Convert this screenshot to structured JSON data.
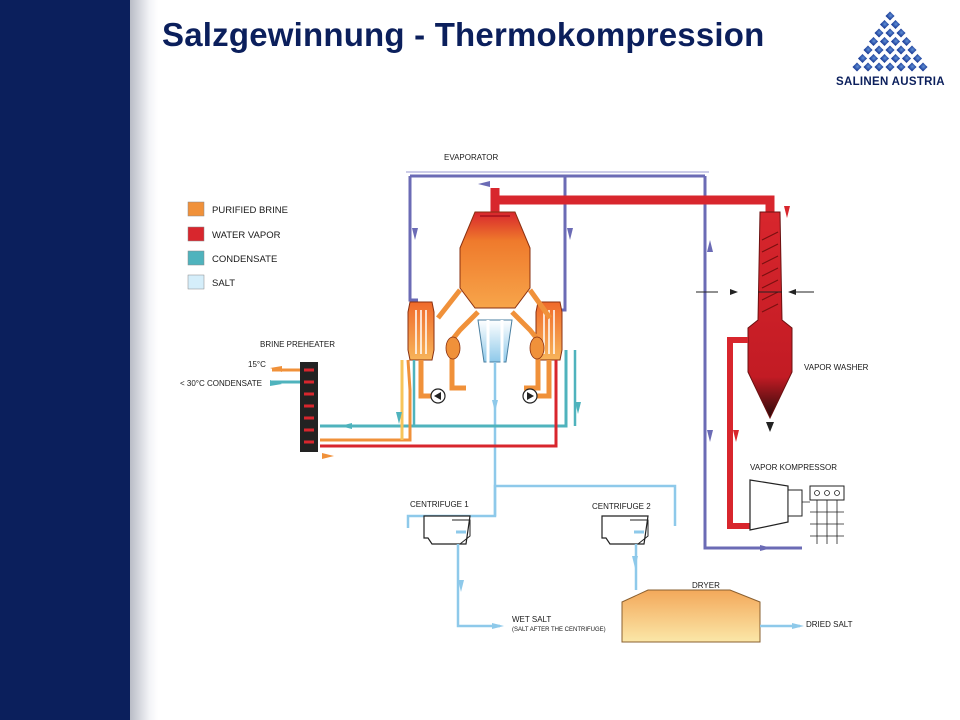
{
  "slide": {
    "title": "Salzgewinnung - Thermokompression",
    "logo_text": "SALINEN AUSTRIA"
  },
  "legend": [
    {
      "label": "PURIFIED BRINE",
      "color": "#f0913a"
    },
    {
      "label": "WATER VAPOR",
      "color": "#d8262d"
    },
    {
      "label": "CONDENSATE",
      "color": "#4fb3bd"
    },
    {
      "label": "SALT",
      "color": "#bfe3f5"
    }
  ],
  "labels": {
    "evaporator": "EVAPORATOR",
    "brine_preheater": "BRINE PREHEATER",
    "temp_in": "15°C",
    "condensate_out": "< 30°C CONDENSATE",
    "vapor_washer": "VAPOR WASHER",
    "vapor_kompressor": "VAPOR KOMPRESSOR",
    "centrifuge_1": "CENTRIFUGE 1",
    "centrifuge_2": "CENTRIFUGE 2",
    "dryer": "DRYER",
    "wet_salt": "WET SALT",
    "wet_salt_note": "(SALT AFTER THE CENTRIFUGE)",
    "dried_salt": "DRIED SALT"
  },
  "colors": {
    "navy": "#0b1f5c",
    "vapor": "#d8262d",
    "brine": "#f0913a",
    "condensate": "#4fb3bd",
    "salt": "#9fcbe6",
    "loop": "#6b6bb5"
  }
}
